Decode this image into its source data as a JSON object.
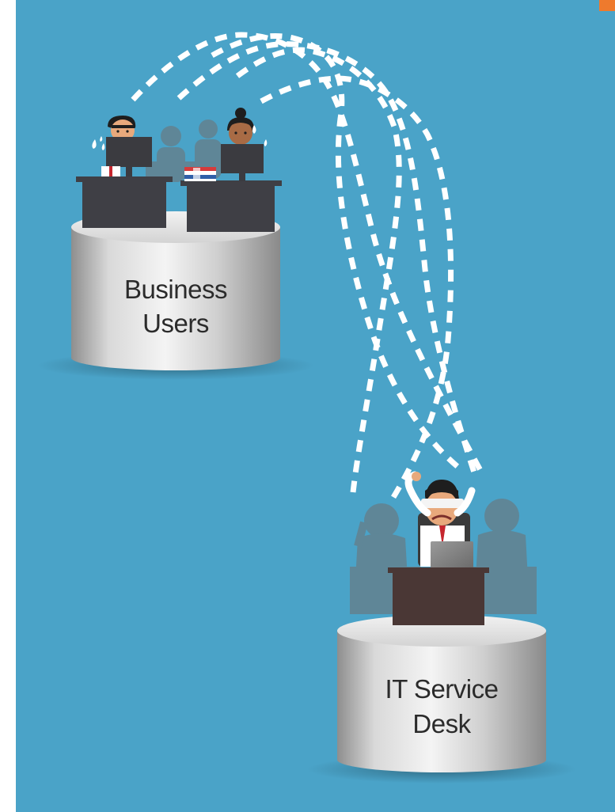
{
  "colors": {
    "page_background": "#ffffff",
    "panel_background": "#4aa3c8",
    "accent_corner": "#ee7a2d",
    "platform_silver": "#c9c9c9",
    "desk_dark": "#3f3f45",
    "it_desk_brown": "#4a3735",
    "silhouette": "#5f8697",
    "connector_dashes": "#ffffff"
  },
  "nodes": {
    "business_users": {
      "label_line1": "Business",
      "label_line2": "Users"
    },
    "it_service_desk": {
      "label_line1": "IT Service",
      "label_line2": "Desk"
    }
  },
  "connectors": {
    "style": "dashed",
    "count": 5,
    "meaning": "tangled requests between Business Users and IT Service Desk"
  },
  "figures": {
    "business_users": [
      "stressed-man-at-monitor",
      "stressed-woman-at-monitor",
      "background-silhouettes"
    ],
    "it_service_desk": [
      "blindfolded-agent-at-laptop",
      "background-silhouettes"
    ]
  },
  "icons": [
    "sweat-drop-icon",
    "blindfold-icon",
    "binder-stack-icon",
    "laptop-icon",
    "monitor-icon"
  ]
}
